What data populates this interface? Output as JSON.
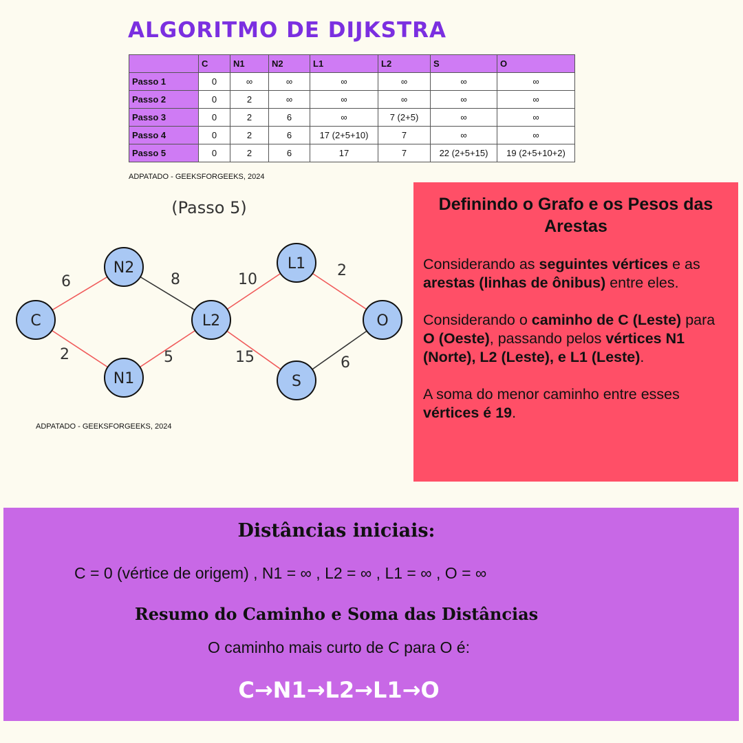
{
  "title": "ALGORITMO DE DIJKSTRA",
  "table": {
    "headers": [
      "",
      "C",
      "N1",
      "N2",
      "L1",
      "L2",
      "S",
      "O"
    ],
    "rows": [
      {
        "label": "Passo 1",
        "cells": [
          "0",
          "∞",
          "∞",
          "∞",
          "∞",
          "∞",
          "∞"
        ]
      },
      {
        "label": "Passo 2",
        "cells": [
          "0",
          "2",
          "∞",
          "∞",
          "∞",
          "∞",
          "∞"
        ]
      },
      {
        "label": "Passo 3",
        "cells": [
          "0",
          "2",
          "6",
          "∞",
          "7 (2+5)",
          "∞",
          "∞"
        ]
      },
      {
        "label": "Passo 4",
        "cells": [
          "0",
          "2",
          "6",
          "17 (2+5+10)",
          "7",
          "∞",
          "∞"
        ]
      },
      {
        "label": "Passo 5",
        "cells": [
          "0",
          "2",
          "6",
          "17",
          "7",
          "22 (2+5+15)",
          "19 (2+5+10+2)"
        ]
      }
    ]
  },
  "source_table": "ADPATADO - GEEKSFORGEEKS, 2024",
  "graph": {
    "caption": "(Passo 5)",
    "nodes": [
      {
        "id": "C",
        "label": "C"
      },
      {
        "id": "N2",
        "label": "N2"
      },
      {
        "id": "N1",
        "label": "N1"
      },
      {
        "id": "L2",
        "label": "L2"
      },
      {
        "id": "L1",
        "label": "L1"
      },
      {
        "id": "S",
        "label": "S"
      },
      {
        "id": "O",
        "label": "O"
      }
    ],
    "edges": [
      {
        "from": "C",
        "to": "N2",
        "weight": "6",
        "highlight": true
      },
      {
        "from": "C",
        "to": "N1",
        "weight": "2",
        "highlight": true
      },
      {
        "from": "N2",
        "to": "L2",
        "weight": "8",
        "highlight": false
      },
      {
        "from": "N1",
        "to": "L2",
        "weight": "5",
        "highlight": true
      },
      {
        "from": "L2",
        "to": "L1",
        "weight": "10",
        "highlight": true
      },
      {
        "from": "L2",
        "to": "S",
        "weight": "15",
        "highlight": true
      },
      {
        "from": "L1",
        "to": "O",
        "weight": "2",
        "highlight": true
      },
      {
        "from": "S",
        "to": "O",
        "weight": "6",
        "highlight": false
      }
    ],
    "colors": {
      "node_fill": "#a9c8f4",
      "node_stroke": "#111111",
      "edge_highlight": "#f05a5a",
      "edge_normal": "#333333"
    }
  },
  "source_graph": "ADPATADO - GEEKSFORGEEKS, 2024",
  "panel": {
    "title": "Definindo o Grafo e os Pesos das Arestas",
    "p1": {
      "a": "Considerando as ",
      "b": "seguintes vértices",
      "c": " e as ",
      "d": "arestas (linhas de ônibus)",
      "e": " entre eles."
    },
    "p2": {
      "a": "Considerando o ",
      "b": "caminho de C (Leste)",
      "c": " para ",
      "d": "O (Oeste)",
      "e": ", passando pelos ",
      "f": "vértices N1 (Norte), L2 (Leste), e L1 (Leste)",
      "g": "."
    },
    "p3": {
      "a": "A soma do menor caminho entre esses ",
      "b": "vértices é 19",
      "c": "."
    }
  },
  "bottom": {
    "heading1": "Distâncias iniciais:",
    "distances": "C = 0 (vértice de origem) , N1 = ∞ , L2 = ∞ , L1 = ∞ , O = ∞",
    "heading2": "Resumo do Caminho e Soma das Distâncias",
    "description": "O caminho mais curto de C para O é:",
    "path": "C→N1→L2→L1→O"
  },
  "colors": {
    "title": "#7b2fe0",
    "table_header": "#cf7bf4",
    "panel_bg": "#ff4f67",
    "bottom_bg": "#c868e6",
    "page_bg": "#fdfbf0"
  }
}
